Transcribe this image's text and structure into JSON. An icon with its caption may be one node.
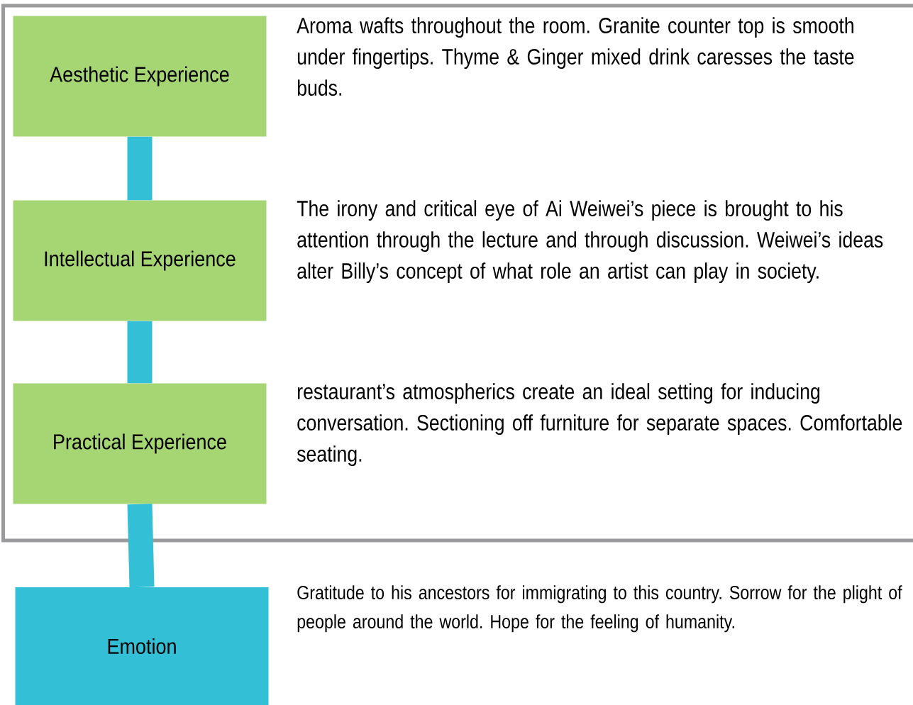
{
  "diagram": {
    "nodes": [
      {
        "text": [],
        "shape": "box"
      },
      {
        "text": [
          "Aesthetic Experience"
        ],
        "in": 0,
        "beside": [
          "Aroma wafts throughout the room. Granite counter top is smooth under fingertips. Thyme & Ginger mixed drink caresses the taste buds."
        ]
      },
      {
        "text": [
          "Intellectual Experience"
        ],
        "in": 0,
        "beside": [
          "The irony and critical eye of Ai Weiwei’s piece is brought to his attention through the lecture and through discussion. Weiwei’s ideas alter Billy’s concept of what role an artist can play in society."
        ]
      },
      {
        "text": [
          "Practical Experience"
        ],
        "in": 0,
        "beside": [
          "restaurant’s atmospherics create an ideal setting for inducing conversation. Sectioning off furniture for separate spaces. Comfortable seating."
        ]
      },
      {
        "text": [
          "Emotion"
        ],
        "beside": [
          "Gratitude to his ancestors for immigrating to this country. Sorrow for the plight of people around the world. Hope for the feeling of humanity."
        ]
      }
    ],
    "edges": [
      {
        "from": 1,
        "to": 2,
        "arrow": "none"
      },
      {
        "from": 2,
        "to": 3,
        "arrow": "none"
      },
      {
        "from": 3,
        "to": 4,
        "arrow": "none"
      }
    ]
  }
}
